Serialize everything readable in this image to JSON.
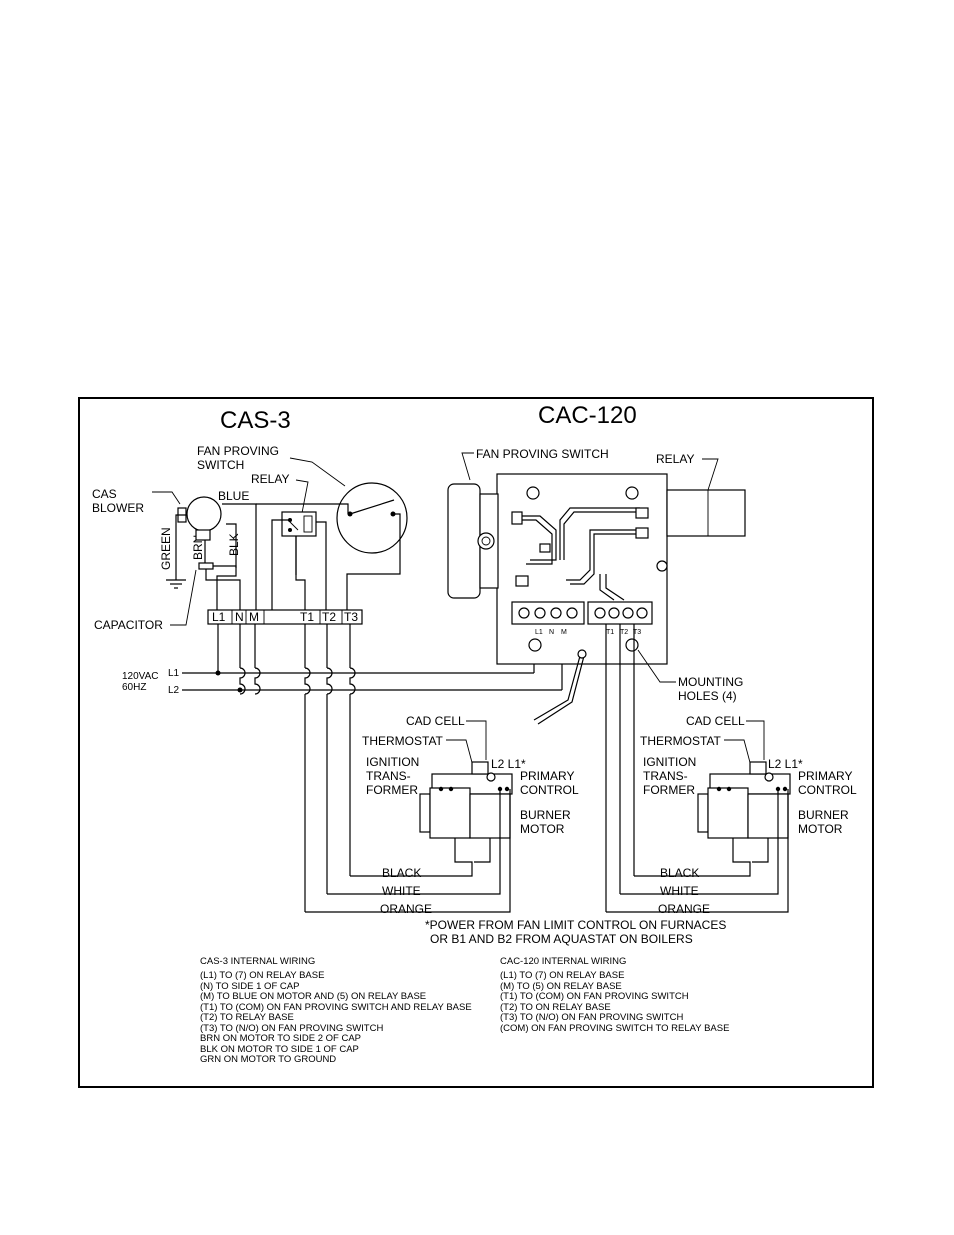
{
  "titles": {
    "left": "CAS-3",
    "right": "CAC-120"
  },
  "cas3_labels": {
    "fan_proving_switch": [
      "FAN PROVING",
      "SWITCH"
    ],
    "relay": "RELAY",
    "cas_blower": [
      "CAS",
      "BLOWER"
    ],
    "blue": "BLUE",
    "green": "GREEN",
    "brn": "BRN",
    "blk": "BLK",
    "capacitor": "CAPACITOR",
    "terminals": [
      "L1",
      "N",
      "M",
      "T1",
      "T2",
      "T3"
    ],
    "supply": [
      "120VAC",
      "60HZ"
    ],
    "line1": "L1",
    "line2": "L2"
  },
  "cac120_labels": {
    "fan_proving_switch": "FAN PROVING SWITCH",
    "relay": "RELAY",
    "terminals_left": [
      "L1",
      "N",
      "M"
    ],
    "terminals_right": [
      "T1",
      "T2",
      "T3"
    ],
    "mounting_holes": [
      "MOUNTING",
      "HOLES (4)"
    ]
  },
  "burner_labels": {
    "cad_cell": "CAD CELL",
    "thermostat": "THERMOSTAT",
    "ignition": [
      "IGNITION",
      "TRANS-",
      "FORMER"
    ],
    "l2l1": "L2 L1*",
    "primary_control": [
      "PRIMARY",
      "CONTROL"
    ],
    "burner_motor": [
      "BURNER",
      "MOTOR"
    ],
    "black": "BLACK",
    "white": "WHITE",
    "orange": "ORANGE"
  },
  "power_note": [
    "*POWER FROM FAN LIMIT CONTROL ON FURNACES",
    "OR B1 AND B2 FROM AQUASTAT ON BOILERS"
  ],
  "cas3_internal": {
    "heading": "CAS-3 INTERNAL WIRING",
    "lines": [
      "(L1) TO (7)   ON RELAY BASE",
      "(N) TO SIDE 1 OF CAP",
      "(M)  TO BLUE ON MOTOR AND  (5) ON RELAY BASE",
      "(T1) TO (COM) ON FAN PROVING SWITCH AND RELAY BASE",
      "(T2) TO RELAY BASE",
      "(T3) TO (N/O) ON FAN PROVING SWITCH",
      "BRN ON MOTOR TO SIDE 2 OF CAP",
      "BLK ON MOTOR TO SIDE 1 OF CAP",
      "GRN ON MOTOR TO GROUND"
    ]
  },
  "cac120_internal": {
    "heading": "CAC-120 INTERNAL WIRING",
    "lines": [
      "(L1) TO (7) ON RELAY BASE",
      "(M)  TO (5) ON RELAY BASE",
      "(T1) TO (COM) ON FAN PROVING SWITCH",
      "(T2) TO ON RELAY BASE",
      "(T3) TO (N/O) ON FAN PROVING SWITCH",
      "(COM) ON FAN PROVING SWITCH TO RELAY BASE"
    ]
  }
}
